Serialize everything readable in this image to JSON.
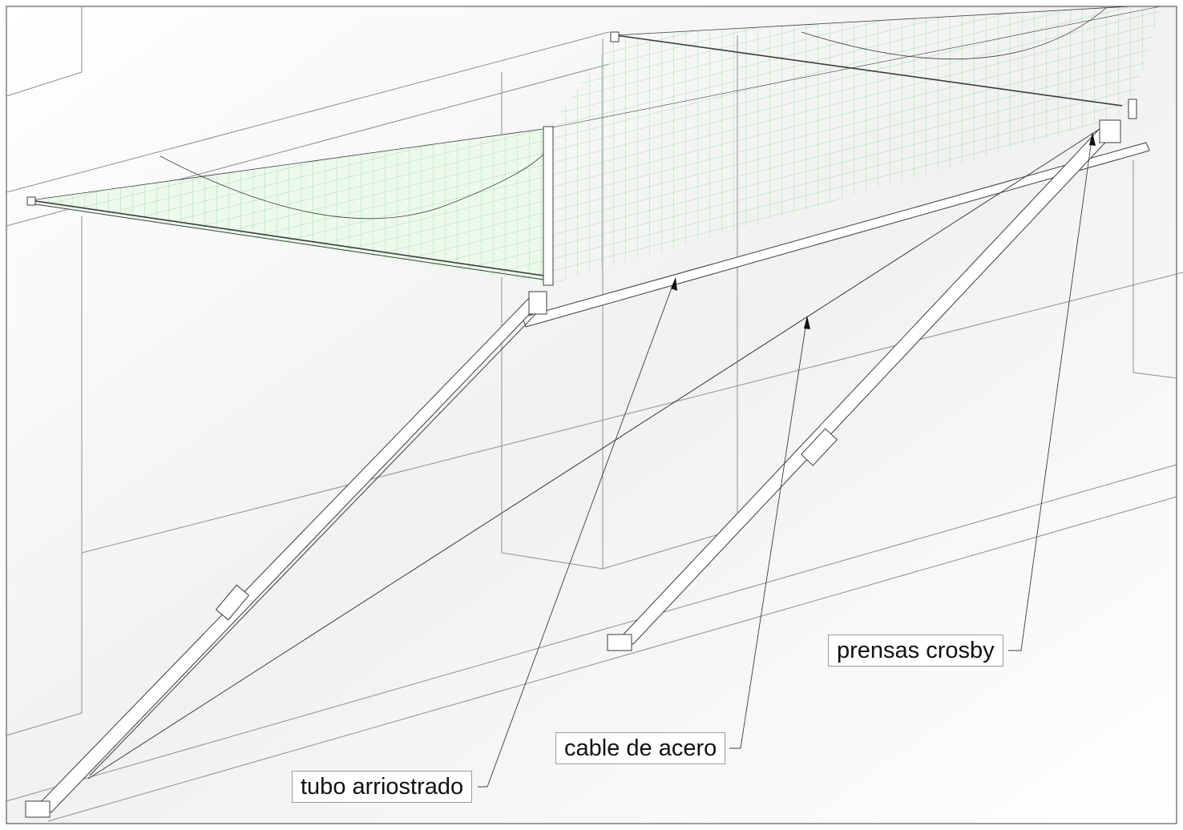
{
  "callouts": [
    {
      "id": "prensas-crosby",
      "text": "prensas crosby"
    },
    {
      "id": "cable-de-acero",
      "text": "cable de acero"
    },
    {
      "id": "tubo-arriostrado",
      "text": "tubo arriostrado"
    }
  ],
  "colors": {
    "background": "#ffffff",
    "line": "#3c3c3c",
    "wall_line": "#8f8f8f",
    "net_grid": "#7fd97f",
    "net_fill": "#eef9ee",
    "shadow": "#e9e9e9",
    "label_border": "#9a9a9a"
  }
}
